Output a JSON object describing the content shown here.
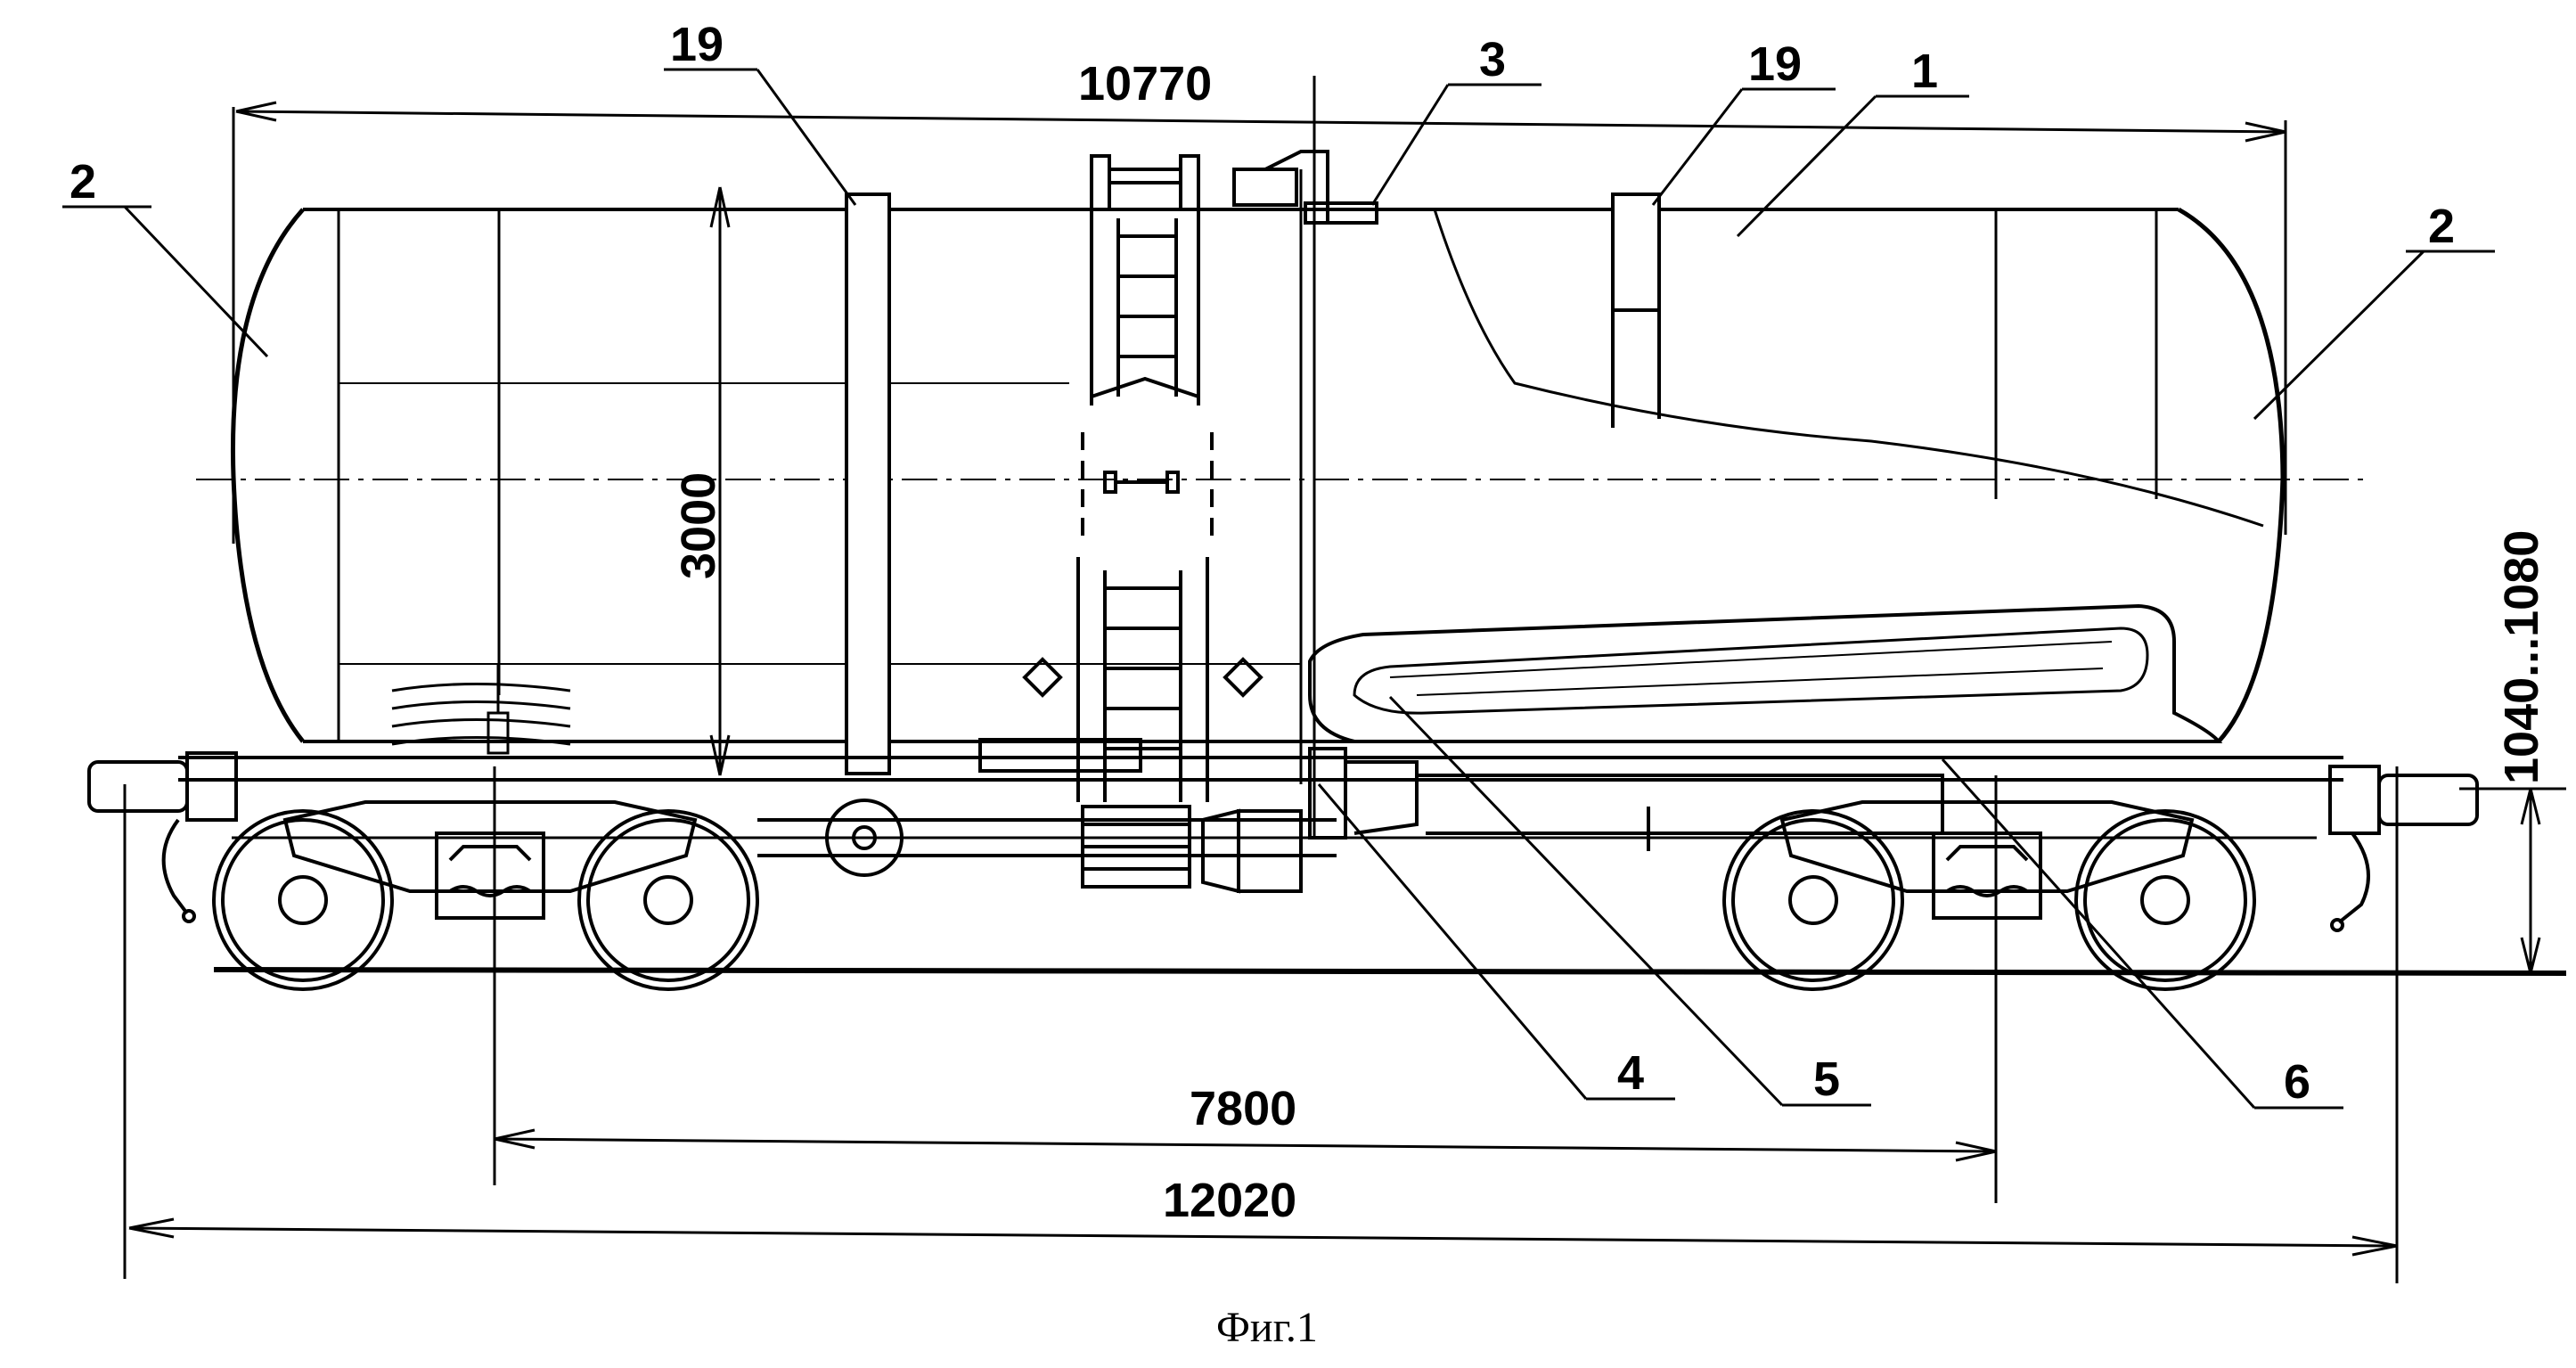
{
  "figure": {
    "caption": "Фиг.1",
    "dimensions": {
      "overall_tank_length": "10770",
      "tank_diameter": "3000",
      "coupler_height": "1040...1080",
      "bogie_base": "7800",
      "overall_length": "12020"
    },
    "callouts": [
      "1",
      "2",
      "2",
      "3",
      "4",
      "5",
      "6",
      "19",
      "19"
    ]
  }
}
